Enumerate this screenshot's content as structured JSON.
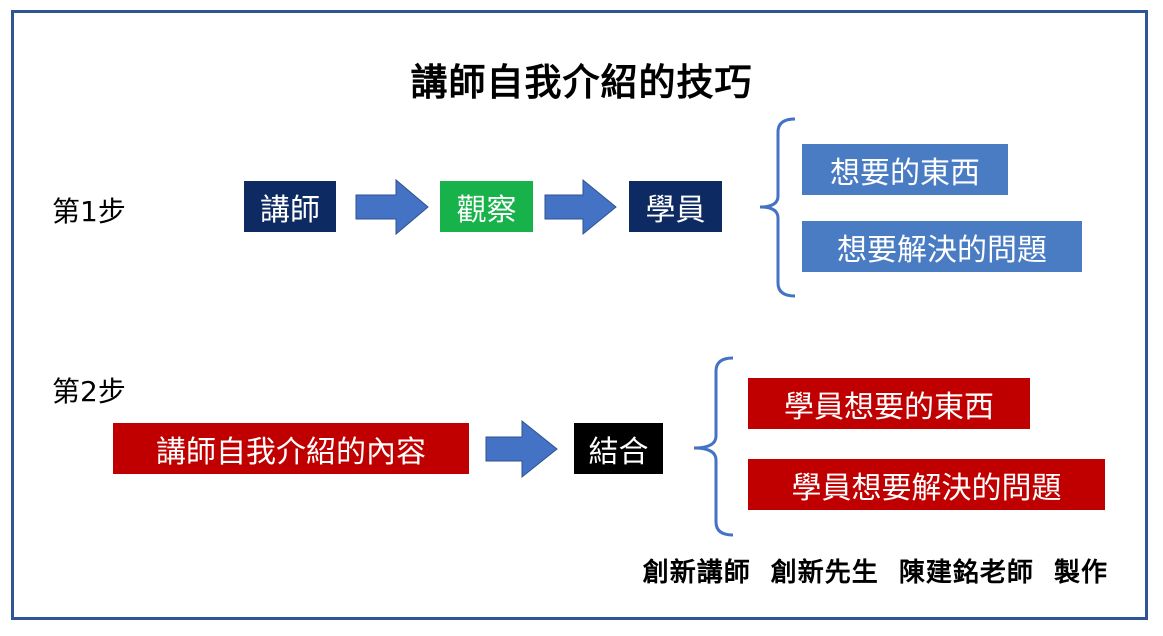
{
  "title": "講師自我介紹的技巧",
  "step1": {
    "label": "第1步",
    "flow": [
      "講師",
      "觀察",
      "學員"
    ],
    "outcomes": [
      "想要的東西",
      "想要解決的問題"
    ]
  },
  "step2": {
    "label": "第2步",
    "source": "講師自我介紹的內容",
    "target": "結合",
    "outcomes": [
      "學員想要的東西",
      "學員想要解決的問題"
    ]
  },
  "credit": "創新講師  創新先生  陳建銘老師  製作",
  "colors": {
    "border": "#2f5597",
    "navy": "#0e2a62",
    "green": "#17b24a",
    "blue_box": "#4a7cc4",
    "red_box": "#c00000",
    "arrow": "#4472c4"
  }
}
